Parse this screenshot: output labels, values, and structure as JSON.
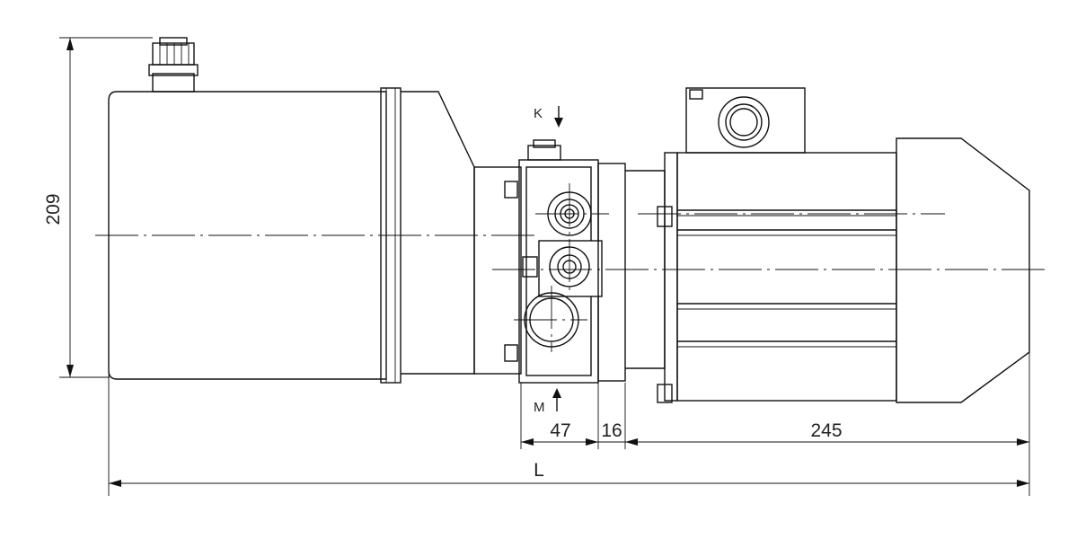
{
  "dimensions": {
    "height": "209",
    "valve_block": "47",
    "adapter": "16",
    "motor": "245",
    "overall": "L"
  },
  "ports": {
    "k": "K",
    "m": "M"
  }
}
